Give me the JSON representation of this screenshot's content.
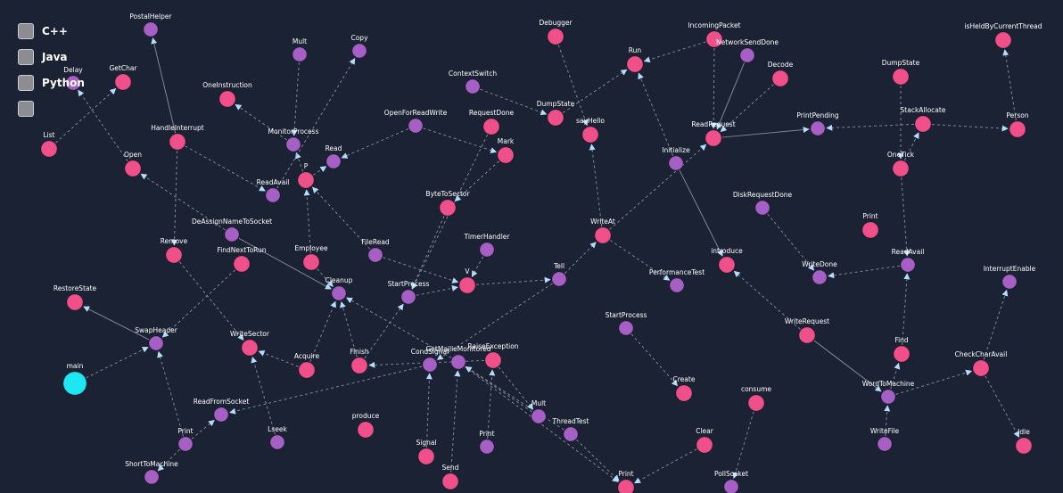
{
  "legend": {
    "items": [
      {
        "label": "C++"
      },
      {
        "label": "Java"
      },
      {
        "label": "Python"
      },
      {
        "label": ""
      }
    ]
  },
  "colors": {
    "background": "#1b2233",
    "pink": "#f0508a",
    "purple": "#a65fc4",
    "cyan": "#1ee7f4",
    "edge": "#a2a8b5",
    "arrow": "#b6dcfb"
  },
  "graph": {
    "nodes": [
      {
        "id": "postalhelper",
        "label": "PostalHelper",
        "kind": "purple"
      },
      {
        "id": "delay",
        "label": "Delay",
        "kind": "purple"
      },
      {
        "id": "getchar",
        "label": "GetChar",
        "kind": "pink"
      },
      {
        "id": "mult1",
        "label": "Mult",
        "kind": "purple"
      },
      {
        "id": "copy",
        "label": "Copy",
        "kind": "purple"
      },
      {
        "id": "oneinstruction",
        "label": "OneInstruction",
        "kind": "pink"
      },
      {
        "id": "list",
        "label": "List",
        "kind": "pink"
      },
      {
        "id": "handleinterrupt",
        "label": "HandleInterrupt",
        "kind": "pink"
      },
      {
        "id": "open",
        "label": "Open",
        "kind": "pink"
      },
      {
        "id": "monitorprocess",
        "label": "MonitorProcess",
        "kind": "purple"
      },
      {
        "id": "read",
        "label": "Read",
        "kind": "purple"
      },
      {
        "id": "p",
        "label": "P",
        "kind": "pink"
      },
      {
        "id": "readavail1",
        "label": "ReadAvail",
        "kind": "purple"
      },
      {
        "id": "openforreadwrite",
        "label": "OpenForReadWrite",
        "kind": "purple"
      },
      {
        "id": "contextswitch",
        "label": "ContextSwitch",
        "kind": "purple"
      },
      {
        "id": "requestdone",
        "label": "RequestDone",
        "kind": "pink"
      },
      {
        "id": "mark",
        "label": "Mark",
        "kind": "pink"
      },
      {
        "id": "debugger",
        "label": "Debugger",
        "kind": "pink"
      },
      {
        "id": "dumpstate1",
        "label": "DumpState",
        "kind": "pink"
      },
      {
        "id": "sayhello",
        "label": "sayHello",
        "kind": "pink"
      },
      {
        "id": "run",
        "label": "Run",
        "kind": "pink"
      },
      {
        "id": "incomingpacket",
        "label": "IncomingPacket",
        "kind": "pink"
      },
      {
        "id": "networksenddone",
        "label": "NetworkSendDone",
        "kind": "purple"
      },
      {
        "id": "decode",
        "label": "Decode",
        "kind": "pink"
      },
      {
        "id": "readrequest",
        "label": "ReadRequest",
        "kind": "pink"
      },
      {
        "id": "initialize",
        "label": "Initialize",
        "kind": "purple"
      },
      {
        "id": "dumpstate2",
        "label": "DumpState",
        "kind": "pink"
      },
      {
        "id": "isheldbycurrentthread",
        "label": "isHeldByCurrentThread",
        "kind": "pink"
      },
      {
        "id": "printpending",
        "label": "PrintPending",
        "kind": "purple"
      },
      {
        "id": "stackallocate",
        "label": "StackAllocate",
        "kind": "pink"
      },
      {
        "id": "person",
        "label": "Person",
        "kind": "pink"
      },
      {
        "id": "onetick",
        "label": "OneTick",
        "kind": "pink"
      },
      {
        "id": "bytetosector",
        "label": "ByteToSector",
        "kind": "pink"
      },
      {
        "id": "deassignnametosocket",
        "label": "DeAssignNameToSocket",
        "kind": "purple"
      },
      {
        "id": "remove",
        "label": "Remove",
        "kind": "pink"
      },
      {
        "id": "findnexttorun",
        "label": "FindNextToRun",
        "kind": "pink"
      },
      {
        "id": "employee",
        "label": "Employee",
        "kind": "pink"
      },
      {
        "id": "fileread",
        "label": "FileRead",
        "kind": "purple"
      },
      {
        "id": "timerhandler",
        "label": "TimerHandler",
        "kind": "purple"
      },
      {
        "id": "writeat",
        "label": "WriteAt",
        "kind": "pink"
      },
      {
        "id": "diskrequestdone",
        "label": "DiskRequestDone",
        "kind": "purple"
      },
      {
        "id": "print1",
        "label": "Print",
        "kind": "pink"
      },
      {
        "id": "introduce",
        "label": "introduce",
        "kind": "pink"
      },
      {
        "id": "readavail2",
        "label": "ReadAvail",
        "kind": "purple"
      },
      {
        "id": "writedone",
        "label": "WriteDone",
        "kind": "purple"
      },
      {
        "id": "restorestate",
        "label": "RestoreState",
        "kind": "pink"
      },
      {
        "id": "cleanup",
        "label": "Cleanup",
        "kind": "purple"
      },
      {
        "id": "startprocess1",
        "label": "StartProcess",
        "kind": "purple"
      },
      {
        "id": "v",
        "label": "V",
        "kind": "pink"
      },
      {
        "id": "tell",
        "label": "Tell",
        "kind": "purple"
      },
      {
        "id": "performancetest",
        "label": "PerformanceTest",
        "kind": "purple"
      },
      {
        "id": "interruptenable",
        "label": "InterruptEnable",
        "kind": "purple"
      },
      {
        "id": "swapheader",
        "label": "SwapHeader",
        "kind": "purple"
      },
      {
        "id": "writesector",
        "label": "WriteSector",
        "kind": "pink"
      },
      {
        "id": "startprocess2",
        "label": "StartProcess",
        "kind": "purple"
      },
      {
        "id": "writerequest",
        "label": "WriteRequest",
        "kind": "pink"
      },
      {
        "id": "main",
        "label": "main",
        "kind": "cyan"
      },
      {
        "id": "acquire",
        "label": "Acquire",
        "kind": "pink"
      },
      {
        "id": "finish",
        "label": "Finish",
        "kind": "pink"
      },
      {
        "id": "condsignal",
        "label": "CondSignal",
        "kind": "purple"
      },
      {
        "id": "getmaillemonitored",
        "label": "GetMailleMonitored",
        "kind": "purple"
      },
      {
        "id": "raiseexception",
        "label": "RaiseException",
        "kind": "pink"
      },
      {
        "id": "find",
        "label": "Find",
        "kind": "pink"
      },
      {
        "id": "checkcharavail",
        "label": "CheckCharAvail",
        "kind": "pink"
      },
      {
        "id": "create",
        "label": "Create",
        "kind": "pink"
      },
      {
        "id": "consume",
        "label": "consume",
        "kind": "pink"
      },
      {
        "id": "wordtomachine",
        "label": "WordToMachine",
        "kind": "purple"
      },
      {
        "id": "readfromsocket",
        "label": "ReadFromSocket",
        "kind": "purple"
      },
      {
        "id": "produce",
        "label": "produce",
        "kind": "pink"
      },
      {
        "id": "mult2",
        "label": "Mult",
        "kind": "purple"
      },
      {
        "id": "threadtest",
        "label": "ThreadTest",
        "kind": "purple"
      },
      {
        "id": "print2",
        "label": "Print",
        "kind": "purple"
      },
      {
        "id": "lseek",
        "label": "Lseek",
        "kind": "purple"
      },
      {
        "id": "print3",
        "label": "Print",
        "kind": "purple"
      },
      {
        "id": "clear",
        "label": "Clear",
        "kind": "pink"
      },
      {
        "id": "writefile",
        "label": "WriteFile",
        "kind": "purple"
      },
      {
        "id": "idle",
        "label": "Idle",
        "kind": "pink"
      },
      {
        "id": "shorttomachine",
        "label": "ShortToMachine",
        "kind": "purple"
      },
      {
        "id": "signal",
        "label": "Signal",
        "kind": "pink"
      },
      {
        "id": "send",
        "label": "Send",
        "kind": "pink"
      },
      {
        "id": "print4",
        "label": "Print",
        "kind": "pink"
      },
      {
        "id": "pollsocket",
        "label": "PollSocket",
        "kind": "purple"
      }
    ],
    "edges": [
      {
        "from": "list",
        "to": "getchar",
        "style": "dashed"
      },
      {
        "from": "open",
        "to": "delay",
        "style": "dashed"
      },
      {
        "from": "handleinterrupt",
        "to": "postalhelper",
        "style": "solid"
      },
      {
        "from": "monitorprocess",
        "to": "oneinstruction",
        "style": "dashed"
      },
      {
        "from": "p",
        "to": "monitorprocess",
        "style": "dashed"
      },
      {
        "from": "p",
        "to": "read",
        "style": "dashed"
      },
      {
        "from": "openforreadwrite",
        "to": "read",
        "style": "dashed"
      },
      {
        "from": "handleinterrupt",
        "to": "readavail1",
        "style": "dashed"
      },
      {
        "from": "contextswitch",
        "to": "dumpstate1",
        "style": "dashed"
      },
      {
        "from": "requestdone",
        "to": "startprocess1",
        "style": "dashed"
      },
      {
        "from": "openforreadwrite",
        "to": "mark",
        "style": "dashed"
      },
      {
        "from": "debugger",
        "to": "sayhello",
        "style": "dashed"
      },
      {
        "from": "dumpstate1",
        "to": "run",
        "style": "dashed"
      },
      {
        "from": "incomingpacket",
        "to": "run",
        "style": "dashed"
      },
      {
        "from": "incomingpacket",
        "to": "readrequest",
        "style": "dashed"
      },
      {
        "from": "networksenddone",
        "to": "readrequest",
        "style": "solid"
      },
      {
        "from": "decode",
        "to": "readrequest",
        "style": "dashed"
      },
      {
        "from": "readrequest",
        "to": "printpending",
        "style": "solid"
      },
      {
        "from": "stackallocate",
        "to": "printpending",
        "style": "dashed"
      },
      {
        "from": "stackallocate",
        "to": "person",
        "style": "dashed"
      },
      {
        "from": "person",
        "to": "isheldbycurrentthread",
        "style": "dashed"
      },
      {
        "from": "dumpstate2",
        "to": "onetick",
        "style": "dashed"
      },
      {
        "from": "writeat",
        "to": "readrequest",
        "style": "dashed"
      },
      {
        "from": "writeat",
        "to": "sayhello",
        "style": "dashed"
      },
      {
        "from": "initialize",
        "to": "introduce",
        "style": "solid"
      },
      {
        "from": "diskrequestdone",
        "to": "writedone",
        "style": "dashed"
      },
      {
        "from": "readavail2",
        "to": "writedone",
        "style": "dashed"
      },
      {
        "from": "onetick",
        "to": "readavail2",
        "style": "dashed"
      },
      {
        "from": "writerequest",
        "to": "introduce",
        "style": "dashed"
      },
      {
        "from": "writerequest",
        "to": "wordtomachine",
        "style": "solid"
      },
      {
        "from": "wordtomachine",
        "to": "checkcharavail",
        "style": "dashed"
      },
      {
        "from": "wordtomachine",
        "to": "find",
        "style": "dashed"
      },
      {
        "from": "find",
        "to": "readavail2",
        "style": "dashed"
      },
      {
        "from": "checkcharavail",
        "to": "interruptenable",
        "style": "dashed"
      },
      {
        "from": "checkcharavail",
        "to": "idle",
        "style": "dashed"
      },
      {
        "from": "writefile",
        "to": "wordtomachine",
        "style": "dashed"
      },
      {
        "from": "deassignnametosocket",
        "to": "open",
        "style": "dashed"
      },
      {
        "from": "deassignnametosocket",
        "to": "cleanup",
        "style": "solid"
      },
      {
        "from": "fileread",
        "to": "v",
        "style": "dashed"
      },
      {
        "from": "fileread",
        "to": "p",
        "style": "dashed"
      },
      {
        "from": "timerhandler",
        "to": "v",
        "style": "dashed"
      },
      {
        "from": "v",
        "to": "tell",
        "style": "dashed"
      },
      {
        "from": "tell",
        "to": "writeat",
        "style": "dashed"
      },
      {
        "from": "writeat",
        "to": "performancetest",
        "style": "dashed"
      },
      {
        "from": "bytetosector",
        "to": "startprocess1",
        "style": "dashed"
      },
      {
        "from": "startprocess1",
        "to": "v",
        "style": "dashed"
      },
      {
        "from": "employee",
        "to": "cleanup",
        "style": "dashed"
      },
      {
        "from": "main",
        "to": "swapheader",
        "style": "dashed"
      },
      {
        "from": "swapheader",
        "to": "restorestate",
        "style": "solid"
      },
      {
        "from": "findnexttorun",
        "to": "swapheader",
        "style": "dashed"
      },
      {
        "from": "remove",
        "to": "writesector",
        "style": "dashed"
      },
      {
        "from": "acquire",
        "to": "writesector",
        "style": "dashed"
      },
      {
        "from": "finish",
        "to": "cleanup",
        "style": "dashed"
      },
      {
        "from": "finish",
        "to": "startprocess1",
        "style": "dashed"
      },
      {
        "from": "raiseexception",
        "to": "finish",
        "style": "dashed"
      },
      {
        "from": "getmaillemonitored",
        "to": "cleanup",
        "style": "dashed"
      },
      {
        "from": "condsignal",
        "to": "readfromsocket",
        "style": "dashed"
      },
      {
        "from": "startprocess2",
        "to": "create",
        "style": "dashed"
      },
      {
        "from": "tell",
        "to": "condsignal",
        "style": "dashed"
      },
      {
        "from": "mult2",
        "to": "getmaillemonitored",
        "style": "dashed"
      },
      {
        "from": "threadtest",
        "to": "print4",
        "style": "dashed"
      },
      {
        "from": "getmaillemonitored",
        "to": "print4",
        "style": "dashed"
      },
      {
        "from": "clear",
        "to": "print4",
        "style": "dashed"
      },
      {
        "from": "consume",
        "to": "pollsocket",
        "style": "dashed"
      },
      {
        "from": "print3",
        "to": "raiseexception",
        "style": "dashed"
      },
      {
        "from": "signal",
        "to": "condsignal",
        "style": "dashed"
      },
      {
        "from": "send",
        "to": "getmaillemonitored",
        "style": "dashed"
      },
      {
        "from": "print2",
        "to": "readfromsocket",
        "style": "dashed"
      },
      {
        "from": "print2",
        "to": "swapheader",
        "style": "dashed"
      },
      {
        "from": "lseek",
        "to": "writesector",
        "style": "dashed"
      },
      {
        "from": "handleinterrupt",
        "to": "remove",
        "style": "dashed"
      },
      {
        "from": "readavail1",
        "to": "copy",
        "style": "dashed"
      },
      {
        "from": "mult1",
        "to": "monitorprocess",
        "style": "dashed"
      },
      {
        "from": "mark",
        "to": "bytetosector",
        "style": "dashed"
      },
      {
        "from": "initialize",
        "to": "run",
        "style": "dashed"
      },
      {
        "from": "acquire",
        "to": "cleanup",
        "style": "dashed"
      },
      {
        "from": "employee",
        "to": "p",
        "style": "dashed"
      },
      {
        "from": "raiseexception",
        "to": "mult2",
        "style": "dashed"
      },
      {
        "from": "onetick",
        "to": "stackallocate",
        "style": "dashed"
      },
      {
        "from": "threadtest",
        "to": "getmaillemonitored",
        "style": "dashed"
      },
      {
        "from": "print2",
        "to": "shorttomachine",
        "style": "dashed"
      }
    ]
  }
}
